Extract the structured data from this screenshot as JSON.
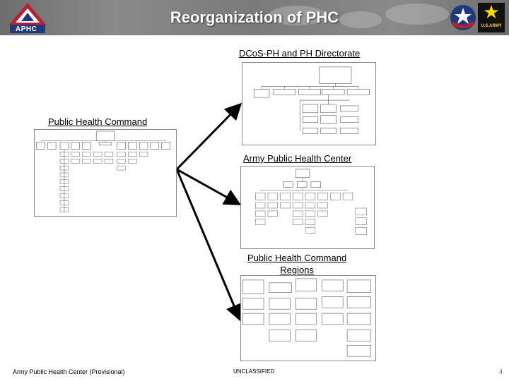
{
  "header": {
    "title": "Reorganization of PHC",
    "left_logo_text": "APHC",
    "right_logo_text": "U.S.ARMY"
  },
  "sections": {
    "dcos": "DCoS-PH and PH Directorate",
    "phc": "Public Health Command",
    "aph": "Army Public Health Center",
    "regions_line1": "Public Health Command",
    "regions_line2": "Regions"
  },
  "footer": {
    "left": "Army Public Health Center (Provisional)",
    "center": "UNCLASSIFIED",
    "page_number": "4"
  },
  "colors": {
    "header": "#7a7a7a",
    "arrow": "#000000",
    "logo_red": "#b22234",
    "logo_blue": "#1f3a7a"
  }
}
